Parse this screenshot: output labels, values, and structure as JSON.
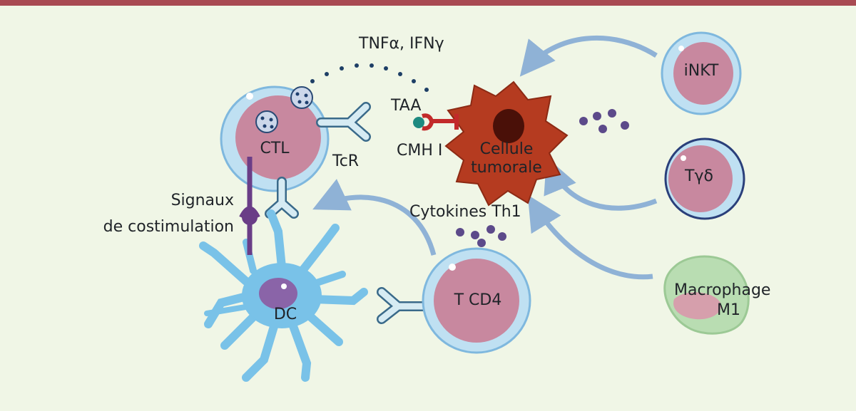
{
  "diagram": {
    "cytokines_top": "TNFα, IFNγ",
    "antigen": "TAA",
    "mhc": "CMH I",
    "tcr": "TcR",
    "signals_line1": "Signaux",
    "signals_line2": "de costimulation",
    "th1": "Cytokines Th1",
    "cells": {
      "ctl": "CTL",
      "tumor_line1": "Cellule",
      "tumor_line2": "tumorale",
      "inkt": "iNKT",
      "tgd": "Tγδ",
      "macro_line1": "Macrophage",
      "macro_line2": "M1",
      "dc": "DC",
      "tcd4": "T CD4"
    }
  },
  "colors": {
    "background": "#f0f6e6",
    "top_bar": "#a84a52",
    "lymphocyte_membrane": "#a9d3ee",
    "lymphocyte_nucleus": "#c8889f",
    "tumor_cell": "#b53b20",
    "tumor_nucleus": "#4a1008",
    "dendritic_cell": "#79c2e8",
    "macrophage": "#b9ddb2",
    "receptor": "#d6ebf3",
    "costim_bar": "#6a3d87",
    "mhc_red": "#c22a2a",
    "antigen_teal": "#1e8a80",
    "cytokine_dots": "#5c4a8a",
    "arrows": "#8fb2d6"
  }
}
